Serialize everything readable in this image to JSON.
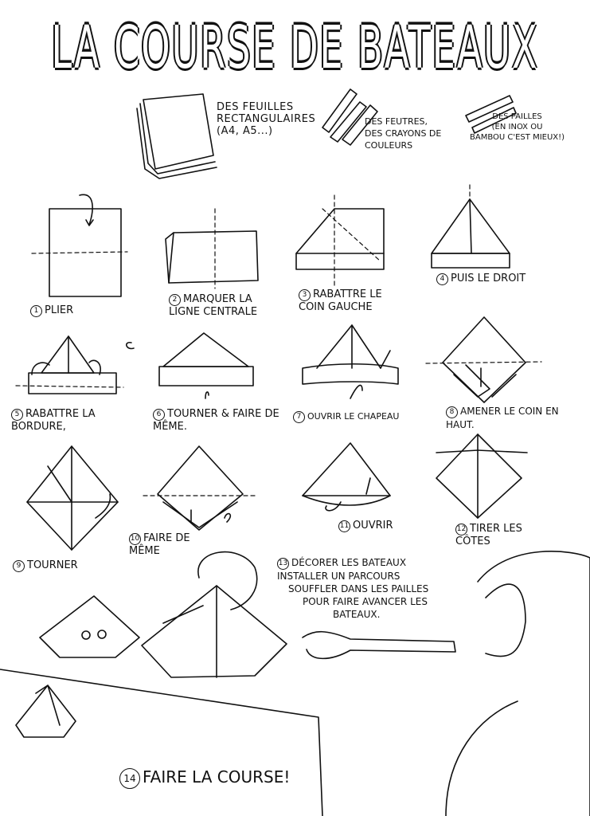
{
  "title": "LA COURSE DE BATEAUX",
  "materials": [
    {
      "lines": [
        "des FEUILLES",
        "RECTANGULAIRES",
        "(A4, A5...)"
      ]
    },
    {
      "lines": [
        "DES FEUTRES,",
        "DES CRAYONS DE",
        "COULEURS"
      ]
    },
    {
      "lines": [
        "DES PAILLES",
        "(EN INOX OU",
        "BAMBOU C'EST MIEUX!)"
      ]
    }
  ],
  "steps": [
    {
      "num": "1",
      "text": "PLIER"
    },
    {
      "num": "2",
      "text": "MARQUER LA LIGNE CENTRALE"
    },
    {
      "num": "3",
      "text": "RABATTRE LE COIN GAUCHE"
    },
    {
      "num": "4",
      "text": "PUIS LE DROIT"
    },
    {
      "num": "5",
      "text": "RABATTRE LA BORDURE,"
    },
    {
      "num": "6",
      "text": "TOURNER & FAIRE DE MÊME."
    },
    {
      "num": "7",
      "text": "OUVRIR LE CHAPEAU"
    },
    {
      "num": "8",
      "text": "AMENER LE COIN EN HAUT."
    },
    {
      "num": "9",
      "text": "TOURNER"
    },
    {
      "num": "10",
      "text": "FAIRE DE MÊME"
    },
    {
      "num": "11",
      "text": "OUVRIR"
    },
    {
      "num": "12",
      "text": "TIRER LES CÔTES"
    }
  ],
  "step13": {
    "num": "13",
    "lines": [
      "DÉCORER LES BATEAUX",
      "INSTALLER UN PARCOURS",
      "SOUFFLER DANS LES PAILLES",
      "POUR FAIRE AVANCER LES",
      "BATEAUX."
    ]
  },
  "step14": {
    "num": "14",
    "text": "FAIRE LA COURSE!"
  }
}
